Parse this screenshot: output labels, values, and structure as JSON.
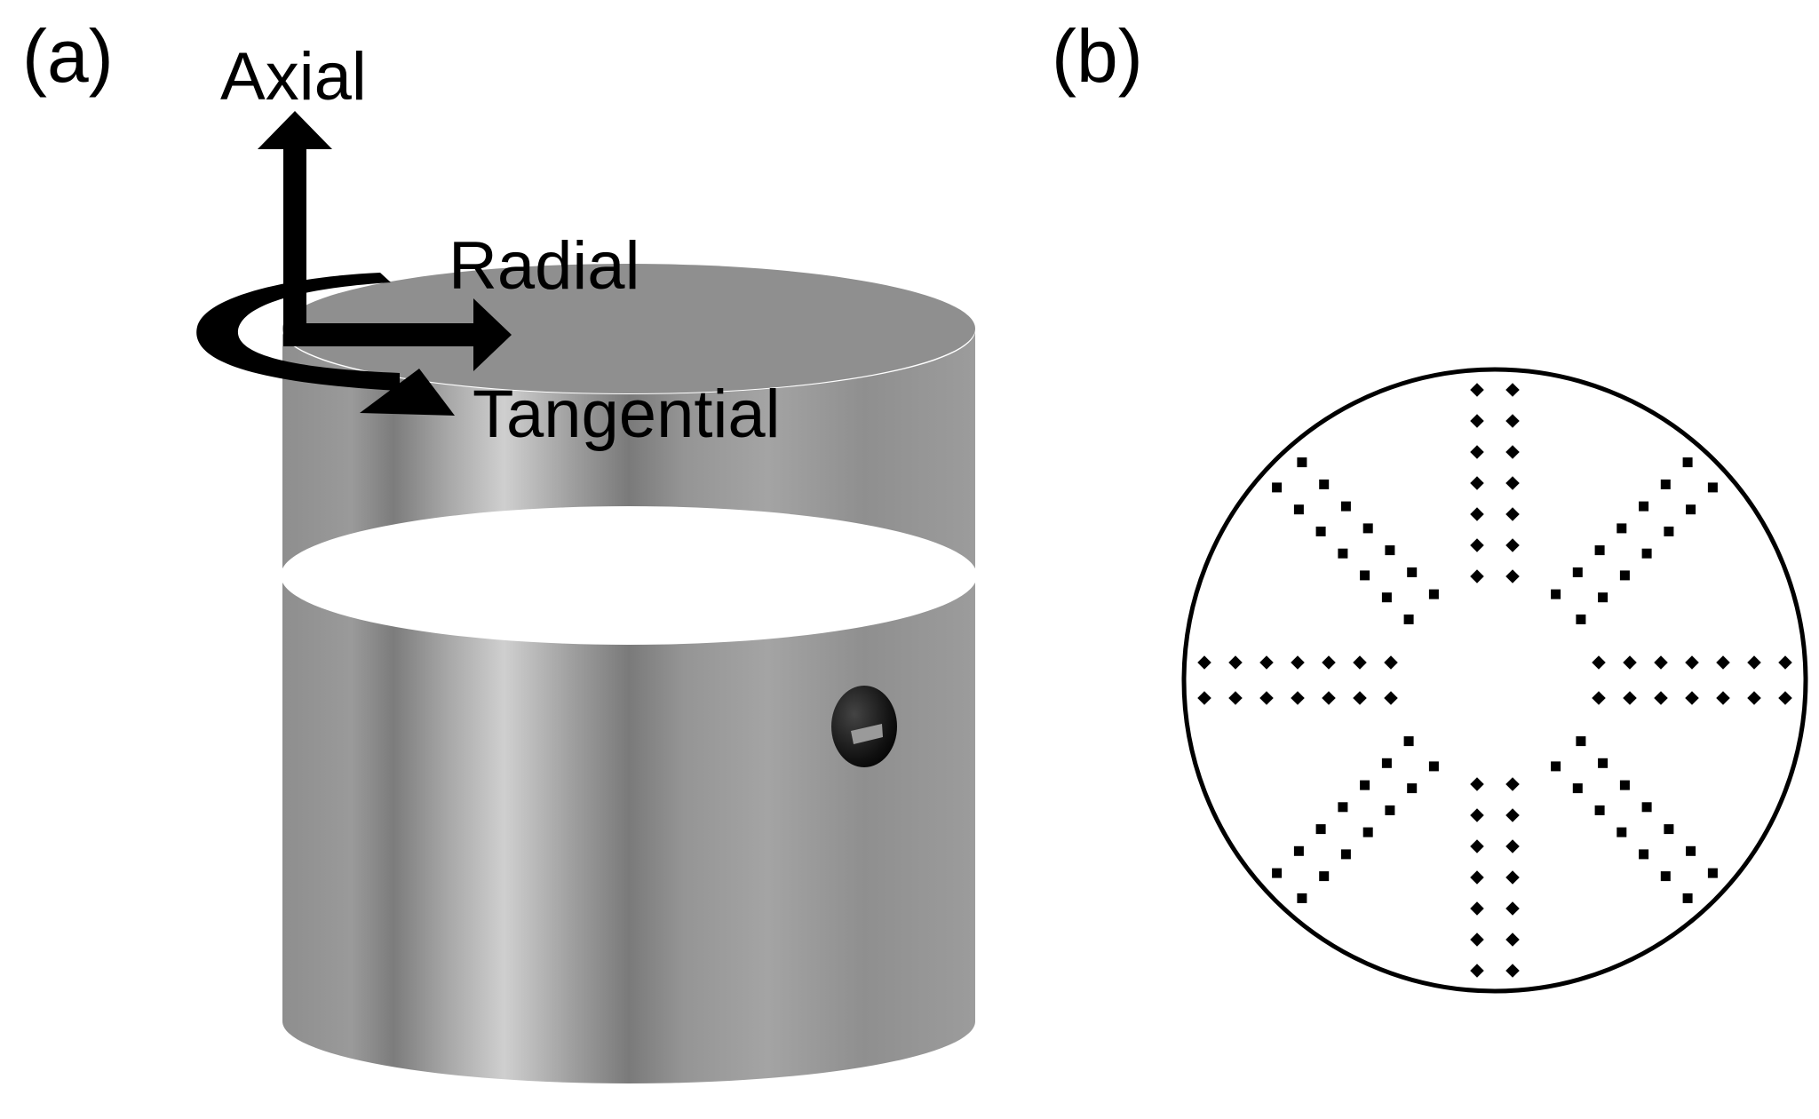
{
  "panel_a": {
    "label": "(a)",
    "axes": {
      "axial": "Axial",
      "radial": "Radial",
      "tangential": "Tangential"
    }
  },
  "panel_b": {
    "label": "(b)",
    "spoke_count": 8,
    "points_per_row": 7,
    "rows_per_spoke": 2
  },
  "colors": {
    "cylinder_base": "#8c8c8c",
    "cylinder_highlight": "#d0d0d0",
    "ink": "#000000",
    "background": "#ffffff"
  }
}
